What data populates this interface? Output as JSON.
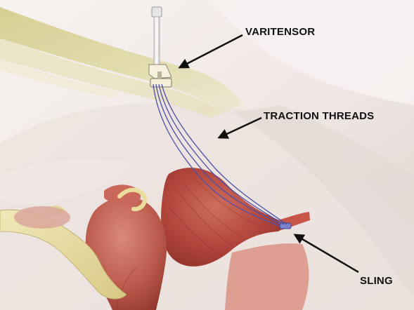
{
  "labels": {
    "varitensor": "VARITENSOR",
    "traction_threads": "TRACTION THREADS",
    "sling": "SLING"
  },
  "colors": {
    "background": "#f3eeec",
    "fat_layer": "#d8cf8e",
    "muscle": "#b3463a",
    "muscle_light": "#d9887a",
    "thread": "#4a4fa8",
    "fallopian_tube": "#e8dc9c",
    "label": "#111111"
  },
  "icons": {
    "arrow_varitensor": "arrow-left-down",
    "arrow_threads": "arrow-left-down",
    "arrow_sling": "arrow-up-left"
  }
}
